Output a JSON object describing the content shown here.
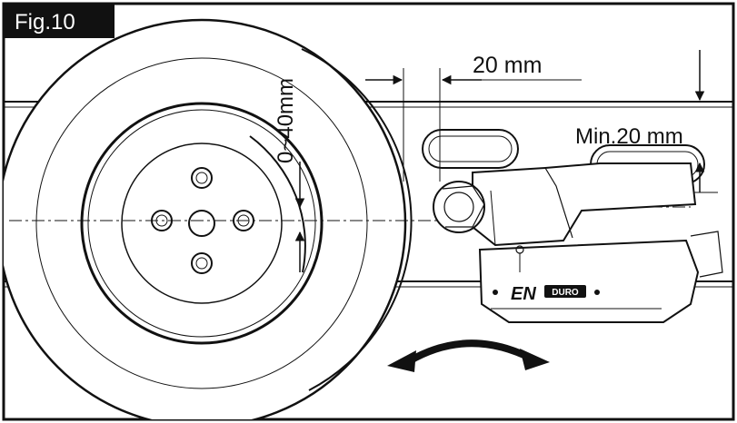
{
  "figure": {
    "label": "Fig.10"
  },
  "annotations": {
    "gap_range": "0~40mm",
    "horizontal_offset": "20 mm",
    "min_distance": "Min.20 mm"
  },
  "product": {
    "brand_main": "EN",
    "brand_sub": "DURO"
  },
  "colors": {
    "ink": "#111111",
    "paper": "#ffffff",
    "label_bg": "#111111"
  },
  "icons": {
    "rotation": "curved-double-arrow-icon"
  }
}
